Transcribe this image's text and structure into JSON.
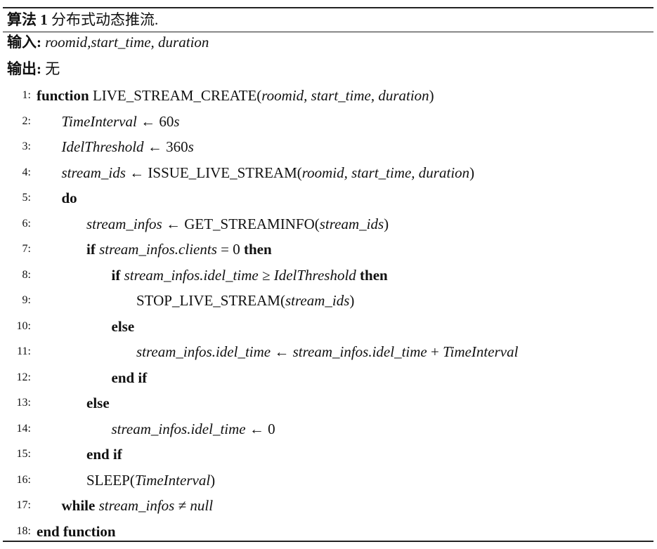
{
  "caption": {
    "label": "算法 1",
    "title": "分布式动态推流."
  },
  "input": {
    "label": "输入:",
    "value": "roomid,start_time, duration"
  },
  "output": {
    "label": "输出:",
    "value": "无"
  },
  "lines": [
    {
      "num": "1:",
      "segs": [
        {
          "t": "function ",
          "s": "b"
        },
        {
          "t": "LIVE_STREAM_CREATE",
          "s": "sc"
        },
        {
          "t": "(",
          "s": ""
        },
        {
          "t": "roomid, start_time, duration",
          "s": "i"
        },
        {
          "t": ")",
          "s": ""
        }
      ]
    },
    {
      "num": "2:",
      "segs": [
        {
          "t": "TimeInterval",
          "s": "i"
        },
        {
          "t": " ← 60",
          "s": ""
        },
        {
          "t": "s",
          "s": "i"
        }
      ]
    },
    {
      "num": "3:",
      "segs": [
        {
          "t": "IdelThreshold",
          "s": "i"
        },
        {
          "t": " ← 360",
          "s": ""
        },
        {
          "t": "s",
          "s": "i"
        }
      ]
    },
    {
      "num": "4:",
      "segs": [
        {
          "t": "stream_ids",
          "s": "i"
        },
        {
          "t": " ← ",
          "s": ""
        },
        {
          "t": "ISSUE_LIVE_STREAM",
          "s": "sc"
        },
        {
          "t": "(",
          "s": ""
        },
        {
          "t": "roomid, start_time, duration",
          "s": "i"
        },
        {
          "t": ")",
          "s": ""
        }
      ]
    },
    {
      "num": "5:",
      "segs": [
        {
          "t": "do",
          "s": "b"
        }
      ]
    },
    {
      "num": "6:",
      "segs": [
        {
          "t": "stream_infos",
          "s": "i"
        },
        {
          "t": " ← ",
          "s": ""
        },
        {
          "t": "GET_STREAMINFO",
          "s": "sc"
        },
        {
          "t": "(",
          "s": ""
        },
        {
          "t": "stream_ids",
          "s": "i"
        },
        {
          "t": ")",
          "s": ""
        }
      ]
    },
    {
      "num": "7:",
      "segs": [
        {
          "t": "if ",
          "s": "b"
        },
        {
          "t": "stream_infos.clients",
          "s": "i"
        },
        {
          "t": " = 0 ",
          "s": ""
        },
        {
          "t": "then",
          "s": "b"
        }
      ]
    },
    {
      "num": "8:",
      "segs": [
        {
          "t": "if ",
          "s": "b"
        },
        {
          "t": "stream_infos.idel_time",
          "s": "i"
        },
        {
          "t": " ≥ ",
          "s": ""
        },
        {
          "t": "IdelThreshold",
          "s": "i"
        },
        {
          "t": " then",
          "s": "b"
        }
      ]
    },
    {
      "num": "9:",
      "segs": [
        {
          "t": "STOP_LIVE_STREAM",
          "s": "sc"
        },
        {
          "t": "(",
          "s": ""
        },
        {
          "t": "stream_ids",
          "s": "i"
        },
        {
          "t": ")",
          "s": ""
        }
      ]
    },
    {
      "num": "10:",
      "segs": [
        {
          "t": "else",
          "s": "b"
        }
      ]
    },
    {
      "num": "11:",
      "segs": [
        {
          "t": "stream_infos.idel_time",
          "s": "i"
        },
        {
          "t": " ← ",
          "s": ""
        },
        {
          "t": "stream_infos.idel_time",
          "s": "i"
        },
        {
          "t": " + ",
          "s": ""
        },
        {
          "t": "TimeInterval",
          "s": "i"
        }
      ]
    },
    {
      "num": "12:",
      "segs": [
        {
          "t": "end if",
          "s": "b"
        }
      ]
    },
    {
      "num": "13:",
      "segs": [
        {
          "t": "else",
          "s": "b"
        }
      ]
    },
    {
      "num": "14:",
      "segs": [
        {
          "t": "stream_infos.idel_time",
          "s": "i"
        },
        {
          "t": " ← 0",
          "s": ""
        }
      ]
    },
    {
      "num": "15:",
      "segs": [
        {
          "t": "end if",
          "s": "b"
        }
      ]
    },
    {
      "num": "16:",
      "segs": [
        {
          "t": "SLEEP",
          "s": "sc"
        },
        {
          "t": "(",
          "s": ""
        },
        {
          "t": "TimeInterval",
          "s": "i"
        },
        {
          "t": ")",
          "s": ""
        }
      ]
    },
    {
      "num": "17:",
      "segs": [
        {
          "t": "while ",
          "s": "b"
        },
        {
          "t": "stream_infos",
          "s": "i"
        },
        {
          "t": " ≠ ",
          "s": ""
        },
        {
          "t": "null",
          "s": "i"
        }
      ]
    },
    {
      "num": "18:",
      "segs": [
        {
          "t": "end function",
          "s": "b"
        }
      ]
    }
  ]
}
